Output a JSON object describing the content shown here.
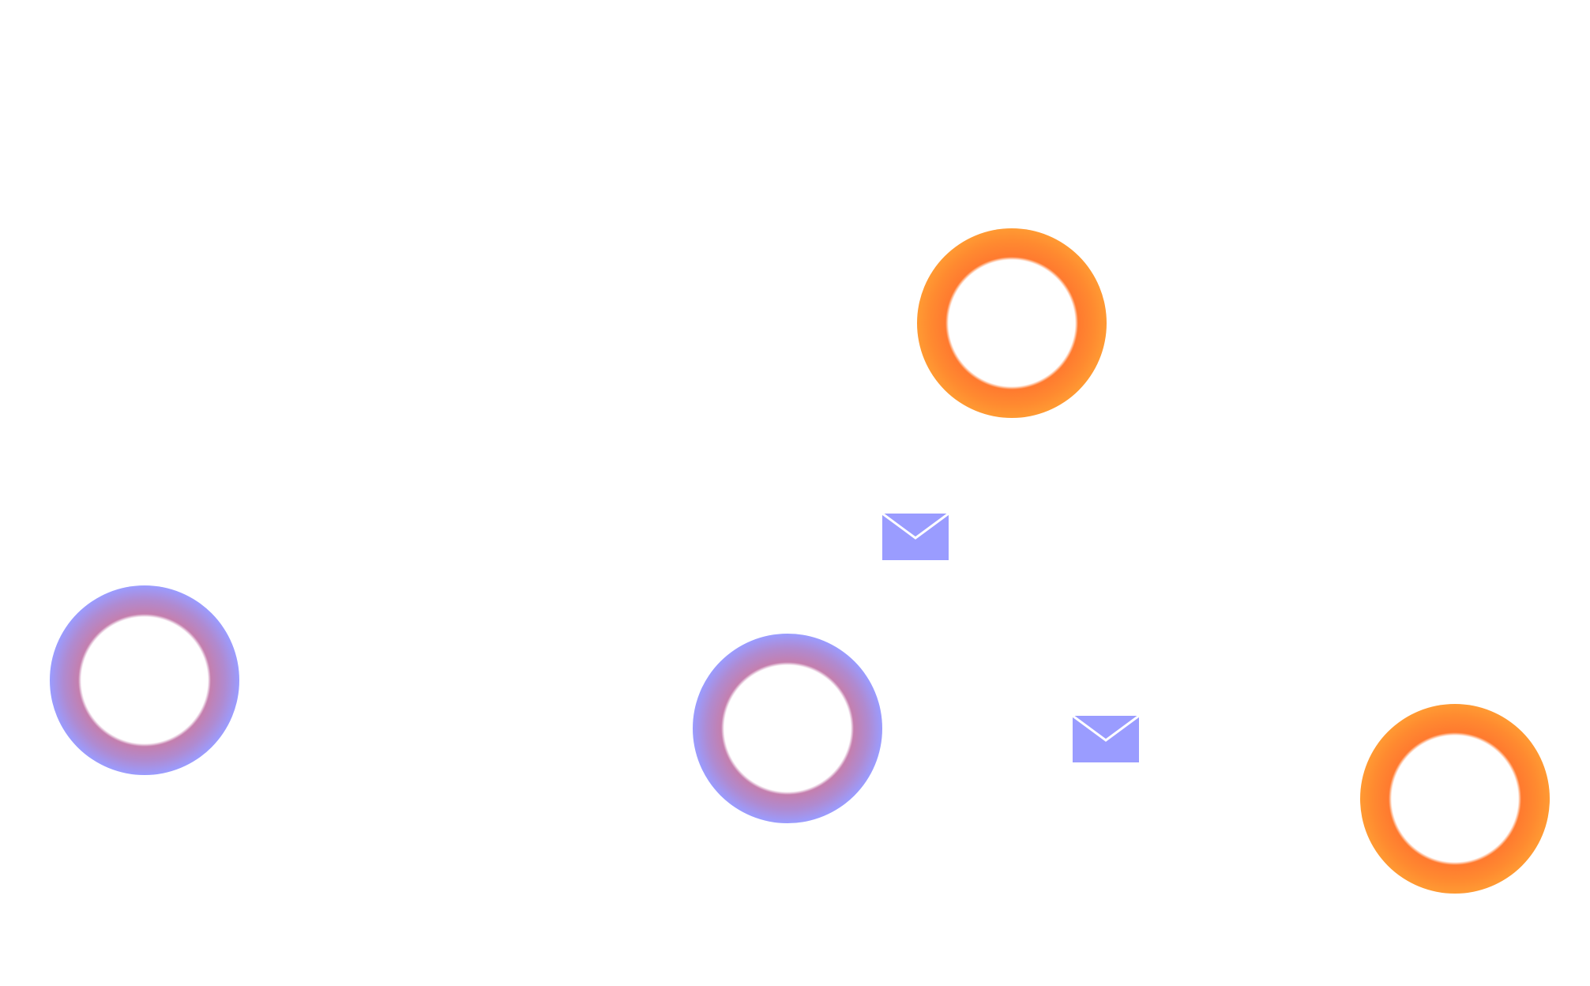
{
  "diagram": {
    "nodes": [
      {
        "id": "node-top",
        "style": "orange"
      },
      {
        "id": "node-left",
        "style": "purple"
      },
      {
        "id": "node-center",
        "style": "purple"
      },
      {
        "id": "node-right",
        "style": "orange"
      }
    ],
    "messages": [
      {
        "id": "envelope-1",
        "icon": "envelope-icon"
      },
      {
        "id": "envelope-2",
        "icon": "envelope-icon"
      }
    ]
  },
  "colors": {
    "background": "#ffffff",
    "orange_ring": "#ff7a2f",
    "orange_ring_outer": "#ff9a33",
    "purple_ring_inner": "#c47fae",
    "purple_ring_outer": "#9a9cff",
    "envelope_fill": "#9a9cff",
    "envelope_line": "#ffffff"
  }
}
